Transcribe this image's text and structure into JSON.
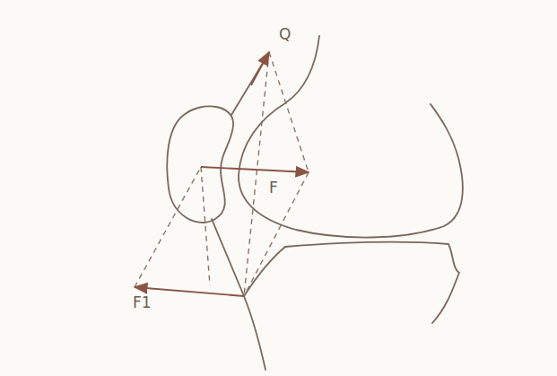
{
  "diagram": {
    "labels": [
      "Q",
      "F",
      "F1"
    ]
  }
}
